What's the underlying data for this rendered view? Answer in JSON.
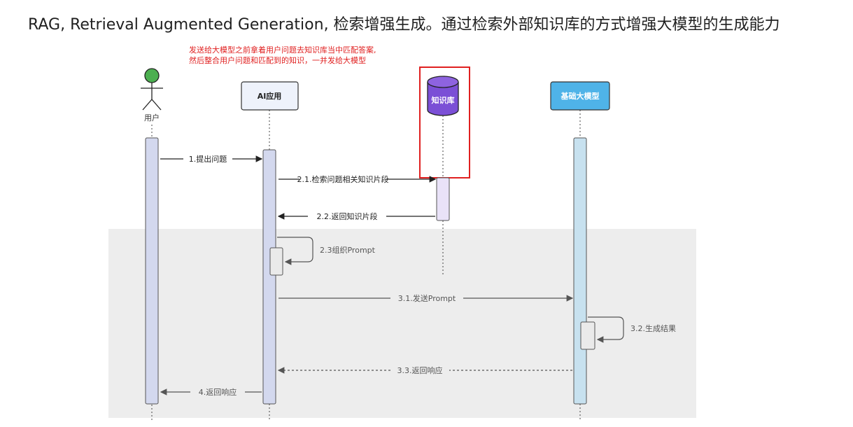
{
  "heading": "RAG, Retrieval Augmented Generation, 检索增强生成。通过检索外部知识库的方式增强大模型的生成能力",
  "note_lines": [
    "发送给大模型之前拿着用户问题去知识库当中匹配答案,",
    "然后整合用户问题和匹配到的知识，一并发给大模型"
  ],
  "participants": {
    "user": "用户",
    "app": "AI应用",
    "kb": "知识库",
    "llm": "基础大模型"
  },
  "messages": {
    "m1": "1.提出问题",
    "m21": "2.1.检索问题相关知识片段",
    "m22": "2.2.返回知识片段",
    "m23": "2.3组织Prompt",
    "m31": "3.1.发送Prompt",
    "m32": "3.2.生成结果",
    "m33": "3.3.返回响应",
    "m4": "4.返回响应"
  },
  "colors": {
    "note_red": "#e02020",
    "user_head": "#4caf50",
    "kb_purple": "#7b4fd6",
    "llm_blue": "#4fb3e8",
    "app_fill": "#eef2fb",
    "user_bar": "#d3d8ee",
    "app_bar": "#d3d8ee",
    "kb_bar": "#e9e2f8",
    "llm_bar": "#c7e1ef",
    "band": "#ededed"
  },
  "icons": {
    "user": "stick-figure-icon",
    "kb": "database-cylinder-icon"
  }
}
